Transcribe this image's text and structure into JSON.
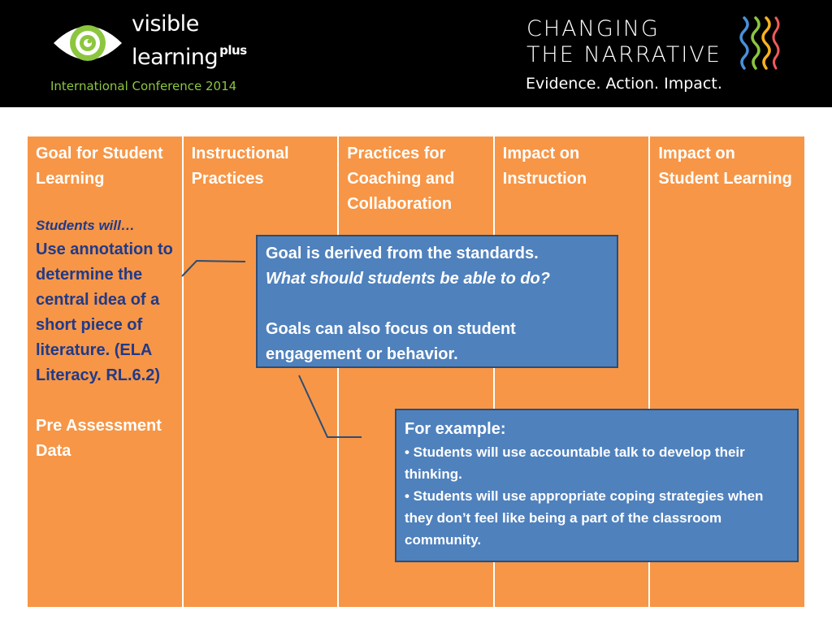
{
  "header": {
    "brand_line1": "visible",
    "brand_line2": "learning",
    "brand_suffix": "plus",
    "conference": "International Conference 2014",
    "campaign_line1": "CHANGING",
    "campaign_line2": "THE NARRATIVE",
    "tagline": "Evidence. Action. Impact.",
    "colors": {
      "accent_green": "#8cc63f",
      "background": "#000000"
    }
  },
  "table": {
    "colors": {
      "cell": "#f79646",
      "goal_text": "#1f3a8a"
    },
    "columns": [
      {
        "heading": "Goal for Student Learning"
      },
      {
        "heading": "Instructional Practices"
      },
      {
        "heading": "Practices for Coaching and Collaboration"
      },
      {
        "heading": "Impact on Instruction"
      },
      {
        "heading": "Impact on Student Learning"
      }
    ],
    "goal": {
      "students_will": "Students will…",
      "text": "Use annotation to determine the central idea of a short piece of literature. (ELA Literacy. RL.6.2)",
      "pre_assessment": "Pre Assessment Data"
    }
  },
  "callout1": {
    "line1": "Goal is derived from the standards.",
    "question": "What should students be able to do?",
    "line3": "Goals can also  focus on student engagement or behavior.",
    "color": "#4f81bd"
  },
  "callout2": {
    "lead": "For example:",
    "bullets": [
      "• Students will use accountable talk to develop their thinking.",
      "• Students will  use appropriate coping strategies when they don’t feel like being a part of the classroom community."
    ]
  }
}
